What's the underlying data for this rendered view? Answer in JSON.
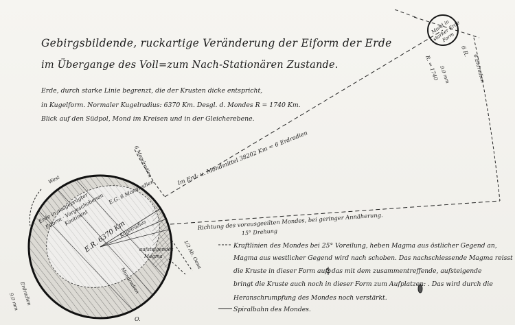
{
  "title": {
    "line1": "Gebirgsbildende, ruckartige Veränderung der Eiform der Erde",
    "line2": "im Übergange des Voll=zum Nach-Stationären Zustande."
  },
  "description": {
    "line1": "Erde, durch starke Linie begrenzt, die der Krusten dicke entspricht,",
    "line2": "in Kugelform. Normaler Kugelradius: 6370 Km. Desgl. d. Mondes R = 1740 Km.",
    "line3": "Blick auf den Südpol, Mond im Kreisen und in der Gleicherebene."
  },
  "moon": {
    "label1": "Mond in",
    "label2": "starker Erde",
    "label3": "Form",
    "r_label": "6 R.",
    "km_label": "R. = 1740",
    "small_label": "9.0 mm"
  },
  "earth": {
    "west_label": "West",
    "label_a": "Erde in ausgeprägter",
    "label_b": "Eiform · Vorgeschobenen",
    "label_c": "Kontinent",
    "radius_label": "E.R. 6370 Km",
    "inner_a": "Kugelradius",
    "inner_b": "aufsteigendes",
    "inner_c": "Magma",
    "north_label": "E.G. 6 Mondradien",
    "se_label": "Mondradien",
    "arc_bottom": "O.",
    "sw_label1": "Erdradien",
    "sw_label2": "9.0 mm"
  },
  "annotations": {
    "distance_line": "Im Erd- u. Mondmittel 38202 Km = 6 Erdradien",
    "direction": "Richtung des vorausgeeilten Mondes, bei geringer Annäherung.",
    "rotation": "15° Drehung",
    "arc_label": "6 Mondradien",
    "right_arc": "6 Erdradien",
    "short_label": "1/2 Ab. Oana"
  },
  "notes": {
    "line1": "Kraftlinien des Mondes bei 25° Voreilung, heben Magma aus östlicher Gegend an,",
    "line2": "Magma aus westlicher Gegend wird nach schoben. Das nachschiessende Magma reisst",
    "line3": "die Kruste in dieser Form auf:  das mit dem zusammentreffende, aufsteigende",
    "line4": "bringt die Kruste auch noch in dieser Form zum Aufplatzen:  . Das wird durch die",
    "line5": "Heranschrumpfung des Mondes noch verstärkt.",
    "line6": "Spiralbahn des Mondes."
  }
}
